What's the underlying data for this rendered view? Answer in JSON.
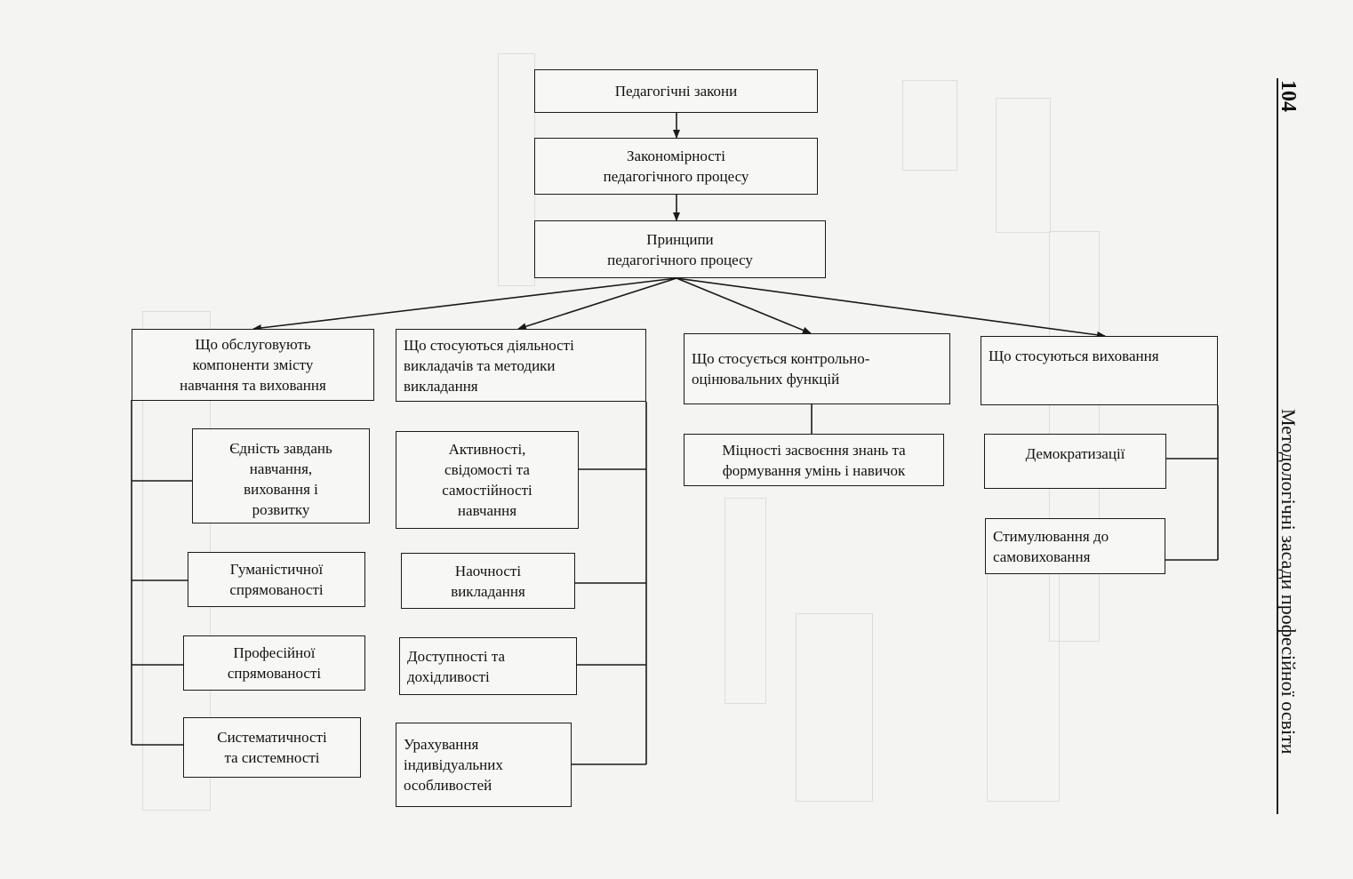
{
  "header": {
    "page_number": "104",
    "title": "Методологічні засади професійної освіти"
  },
  "diagram": {
    "root": "Педагогічні закони",
    "level2": "Закономірності\nпедагогічного процесу",
    "level3": "Принципи\nпедагогічного процесу",
    "groups": [
      {
        "title": "Що обслуговують\nкомпоненти змісту\nнавчання та виховання",
        "items": [
          "Єдність завдань\nнавчання,\nвиховання і\nрозвитку",
          "Гуманістичної\nспрямованості",
          "Професійної\nспрямованості",
          "Систематичності\nта системності"
        ]
      },
      {
        "title": "Що стосуються діяльності\nвикладачів та методики\nвикладання",
        "items": [
          "Активності,\nсвідомості та\nсамостійності\nнавчання",
          "Наочності\nвикладання",
          "Доступності та\nдохідливості",
          "Урахування\nіндивідуальних\nособливостей"
        ]
      },
      {
        "title": "Що стосується контрольно-\nоцінювальних функцій",
        "items": [
          "Міцності засвоєння знань та\nформування умінь і навичок"
        ]
      },
      {
        "title": "Що стосуються виховання",
        "items": [
          "Демократизації",
          "Стимулювання до\nсамовиховання"
        ]
      }
    ]
  },
  "colors": {
    "paper": "#f4f4f2",
    "ink": "#1a1a1a"
  }
}
